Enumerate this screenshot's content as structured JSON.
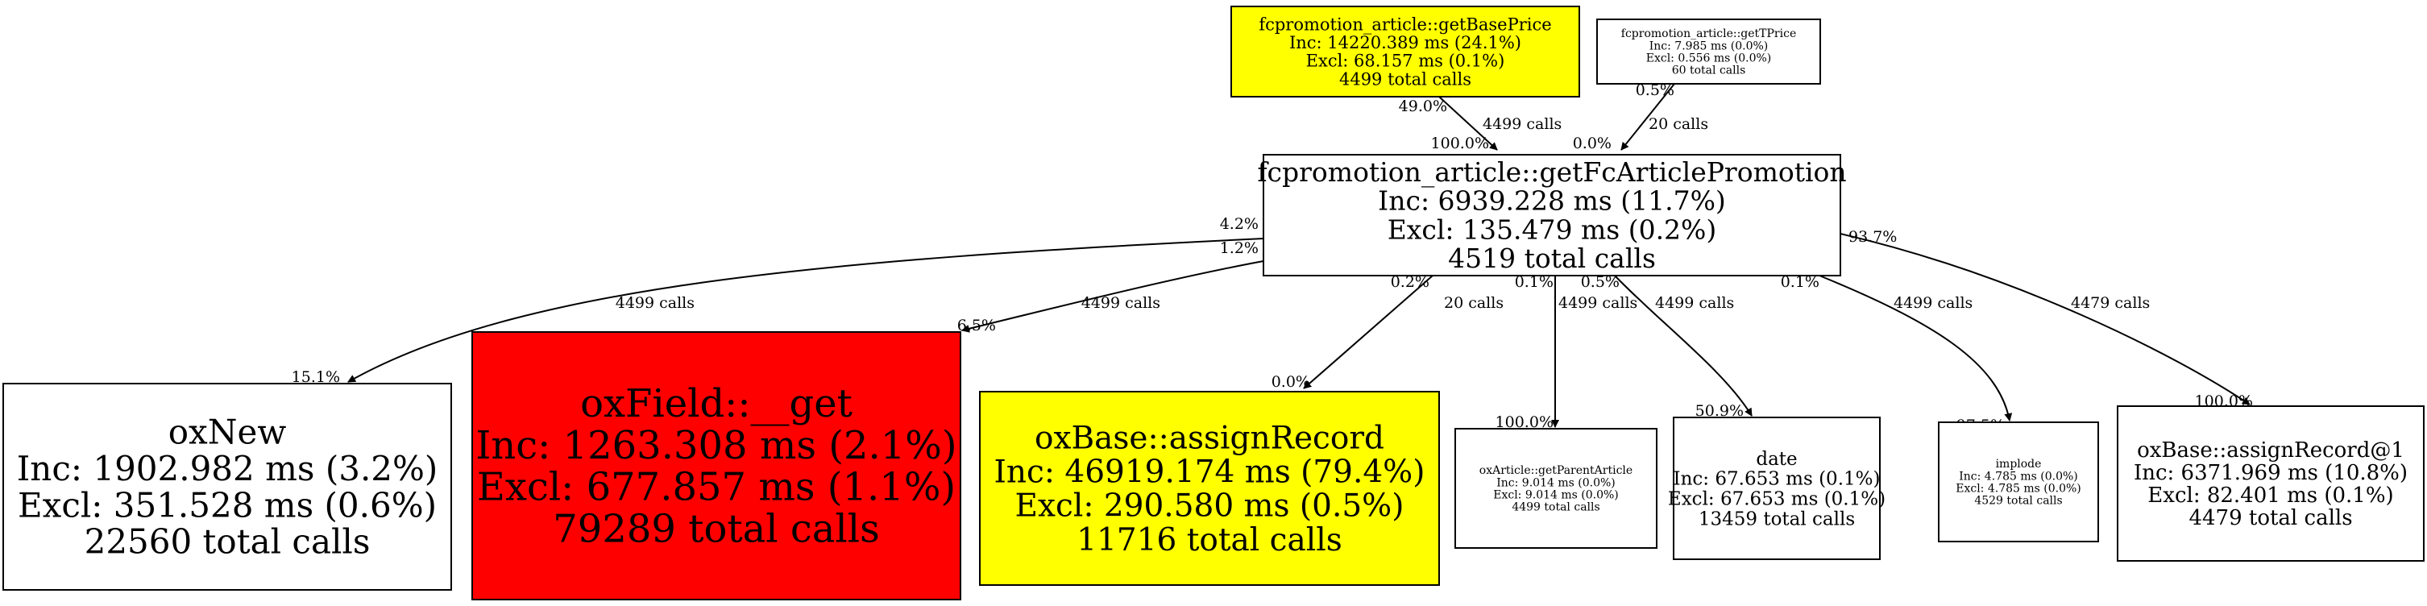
{
  "graph": {
    "nodes": [
      {
        "id": "getBasePrice",
        "lines": [
          "fcpromotion_article::getBasePrice",
          "Inc: 14220.389 ms (24.1%)",
          "Excl: 68.157 ms (0.1%)",
          "4499 total calls"
        ],
        "fill": "#ffff00"
      },
      {
        "id": "getTPrice",
        "lines": [
          "fcpromotion_article::getTPrice",
          "Inc: 7.985 ms (0.0%)",
          "Excl: 0.556 ms (0.0%)",
          "60 total calls"
        ],
        "fill": "#ffffff"
      },
      {
        "id": "getFcArticlePromotion",
        "lines": [
          "fcpromotion_article::getFcArticlePromotion",
          "Inc: 6939.228 ms (11.7%)",
          "Excl: 135.479 ms (0.2%)",
          "4519 total calls"
        ],
        "fill": "#ffffff"
      },
      {
        "id": "oxNew",
        "lines": [
          "oxNew",
          "Inc: 1902.982 ms (3.2%)",
          "Excl: 351.528 ms (0.6%)",
          "22560 total calls"
        ],
        "fill": "#ffffff"
      },
      {
        "id": "oxFieldGet",
        "lines": [
          "oxField::__get",
          "Inc: 1263.308 ms (2.1%)",
          "Excl: 677.857 ms (1.1%)",
          "79289 total calls"
        ],
        "fill": "#ff0000"
      },
      {
        "id": "assignRecord",
        "lines": [
          "oxBase::assignRecord",
          "Inc: 46919.174 ms (79.4%)",
          "Excl: 290.580 ms (0.5%)",
          "11716 total calls"
        ],
        "fill": "#ffff00"
      },
      {
        "id": "getParentArticle",
        "lines": [
          "oxArticle::getParentArticle",
          "Inc: 9.014 ms (0.0%)",
          "Excl: 9.014 ms (0.0%)",
          "4499 total calls"
        ],
        "fill": "#ffffff"
      },
      {
        "id": "date",
        "lines": [
          "date",
          "Inc: 67.653 ms (0.1%)",
          "Excl: 67.653 ms (0.1%)",
          "13459 total calls"
        ],
        "fill": "#ffffff"
      },
      {
        "id": "implode",
        "lines": [
          "implode",
          "Inc: 4.785 ms (0.0%)",
          "Excl: 4.785 ms (0.0%)",
          "4529 total calls"
        ],
        "fill": "#ffffff"
      },
      {
        "id": "assignRecord1",
        "lines": [
          "oxBase::assignRecord@1",
          "Inc: 6371.969 ms (10.8%)",
          "Excl: 82.401 ms (0.1%)",
          "4479 total calls"
        ],
        "fill": "#ffffff"
      }
    ],
    "edges": [
      {
        "id": "e1",
        "from": "getBasePrice",
        "to": "getFcArticlePromotion",
        "label": "4499 calls",
        "tail": "49.0%",
        "head": "100.0%"
      },
      {
        "id": "e2",
        "from": "getTPrice",
        "to": "getFcArticlePromotion",
        "label": "20 calls",
        "tail": "0.5%",
        "head": "0.0%"
      },
      {
        "id": "e3",
        "from": "getFcArticlePromotion",
        "to": "oxNew",
        "label": "4499 calls",
        "tail": "4.2%",
        "head": "15.1%"
      },
      {
        "id": "e4",
        "from": "getFcArticlePromotion",
        "to": "oxFieldGet",
        "label": "4499 calls",
        "tail": "1.2%",
        "head": "6.5%"
      },
      {
        "id": "e5",
        "from": "getFcArticlePromotion",
        "to": "assignRecord",
        "label": "20 calls",
        "tail": "0.2%",
        "head": "0.0%"
      },
      {
        "id": "e6",
        "from": "getFcArticlePromotion",
        "to": "getParentArticle",
        "label": "4499 calls",
        "tail": "0.1%",
        "head": "100.0%"
      },
      {
        "id": "e7",
        "from": "getFcArticlePromotion",
        "to": "date",
        "label": "4499 calls",
        "tail": "0.5%",
        "head": "50.9%"
      },
      {
        "id": "e8",
        "from": "getFcArticlePromotion",
        "to": "implode",
        "label": "4499 calls",
        "tail": "0.1%",
        "head": "97.5%"
      },
      {
        "id": "e9",
        "from": "getFcArticlePromotion",
        "to": "assignRecord1",
        "label": "4479 calls",
        "tail": "93.7%",
        "head": "100.0%"
      }
    ]
  }
}
